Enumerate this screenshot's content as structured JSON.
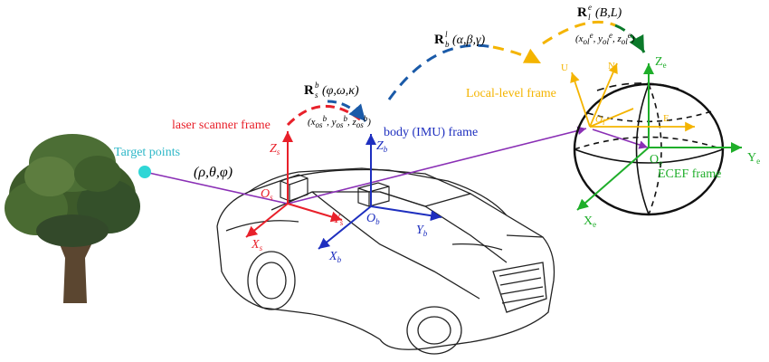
{
  "colors": {
    "scanner": "#e8202a",
    "imu": "#1e2fbf",
    "local": "#f4b400",
    "ecef": "#1fae2a",
    "ray": "#8a2fb5",
    "target": "#2fd6d6",
    "tree_foliage": "#3d5a2a",
    "tree_trunk": "#5b4630",
    "dash_blue": "#1a5aa8",
    "car_line": "#222222"
  },
  "icons": [
    "tree-icon",
    "car-icon",
    "globe-icon"
  ],
  "labels": {
    "target_points": "Target points",
    "spherical": "(ρ,θ,φ)",
    "laser_frame": "laser scanner frame",
    "body_frame": "body (IMU) frame",
    "local_frame": "Local-level frame",
    "ecef_frame": "ECEF frame",
    "rot_sb_R": "R",
    "rot_sb_sup": "b",
    "rot_sb_sub": "s",
    "rot_sb_args": "(φ,ω,κ)",
    "offset_sb": "(x",
    "offset_sb_text": "(x",
    "rot_bl_R": "R",
    "rot_bl_sup": "l",
    "rot_bl_sub": "b",
    "rot_bl_args": "(α,β,γ)",
    "rot_le_R": "R",
    "rot_le_sup": "e",
    "rot_le_sub": "l",
    "rot_le_args": "(B,L)",
    "scanner_axes": {
      "z": "Z",
      "z_sub": "s",
      "x": "X",
      "x_sub": "s",
      "y": "Y",
      "y_sub": "s",
      "o": "O",
      "o_sub": "s"
    },
    "imu_axes": {
      "z": "Z",
      "z_sub": "b",
      "x": "X",
      "x_sub": "b",
      "y": "Y",
      "y_sub": "b",
      "o": "O",
      "o_sub": "b"
    },
    "local_axes": {
      "u": "U",
      "n": "N",
      "e": "E",
      "o": "O",
      "o_sub": "l"
    },
    "ecef_axes": {
      "z": "Z",
      "z_sub": "e",
      "x": "X",
      "x_sub": "e",
      "y": "Y",
      "y_sub": "e",
      "o": "O",
      "o_sub": "e"
    }
  }
}
